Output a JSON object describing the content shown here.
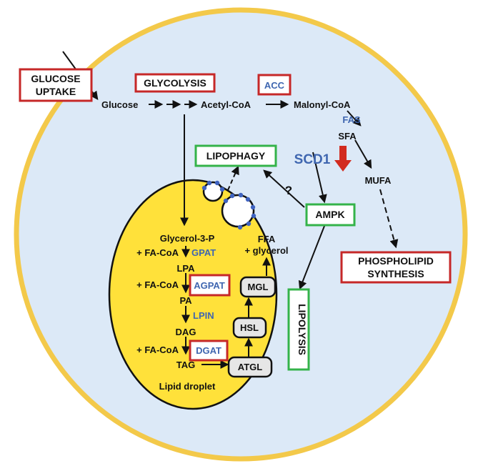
{
  "colors": {
    "cell_fill": "#dce9f7",
    "cell_border": "#f3c94a",
    "droplet_fill": "#ffe13a",
    "red_box": "#c62828",
    "green_box": "#34b34a",
    "blue_text": "#3f66b0",
    "lipase_fill": "#e6e6e6",
    "vesicle_dot": "#3f63c0",
    "down_arrow": "#d22b1f"
  },
  "labels": {
    "glucose_uptake_line1": "GLUCOSE",
    "glucose_uptake_line2": "UPTAKE",
    "glycolysis": "GLYCOLYSIS",
    "acc": "ACC",
    "glucose": "Glucose",
    "acetyl_coa": "Acetyl-CoA",
    "malonyl_coa": "Malonyl-CoA",
    "fas": "FAS",
    "sfa": "SFA",
    "scd1": "SCD1",
    "mufa": "MUFA",
    "lipophagy": "LIPOPHAGY",
    "question": "?",
    "ampk": "AMPK",
    "phospholipid_line1": "PHOSPHOLIPID",
    "phospholipid_line2": "SYNTHESIS",
    "lipolysis": "LIPOLYSIS",
    "glycerol_3_p": "Glycerol-3-P",
    "fa_coa_1": "+ FA-CoA",
    "gpat": "GPAT",
    "lpa": "LPA",
    "fa_coa_2": "+ FA-CoA",
    "agpat": "AGPAT",
    "pa": "PA",
    "lpin": "LPIN",
    "dag": "DAG",
    "fa_coa_3": "+ FA-CoA",
    "dgat": "DGAT",
    "tag": "TAG",
    "lipid_droplet": "Lipid droplet",
    "ffa": "FFA",
    "glycerol": "+ glycerol",
    "mgl": "MGL",
    "hsl": "HSL",
    "atgl": "ATGL"
  }
}
